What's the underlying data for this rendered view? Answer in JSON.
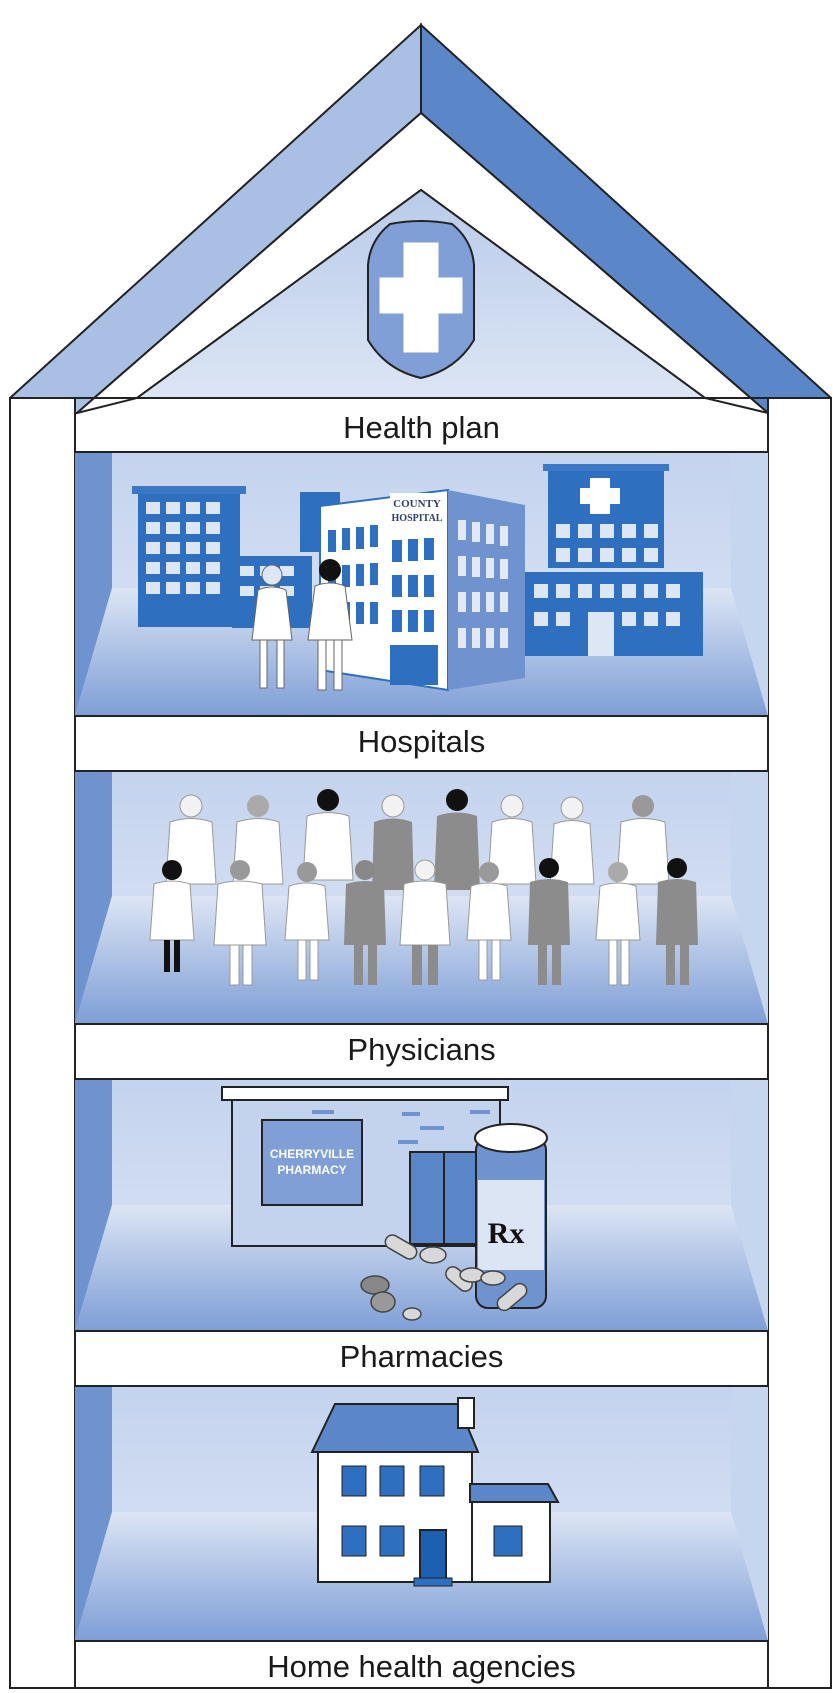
{
  "floors": {
    "health_plan": {
      "label": "Health plan"
    },
    "hospitals": {
      "label": "Hospitals",
      "sign": "COUNTY HOSPITAL"
    },
    "physicians": {
      "label": "Physicians"
    },
    "pharmacies": {
      "label": "Pharmacies",
      "sign_line1": "CHERRYVILLE",
      "sign_line2": "PHARMACY",
      "bottle_mark": "Rx"
    },
    "home_health": {
      "label": "Home health agencies"
    }
  },
  "colors": {
    "roof_dark": "#5b87c9",
    "roof_light": "#aec2e4",
    "floor_gradient_top": "#d9e3f3",
    "floor_gradient_bottom": "#7f9fd6",
    "building_blue": "#2f6fc0",
    "outline": "#222222"
  }
}
